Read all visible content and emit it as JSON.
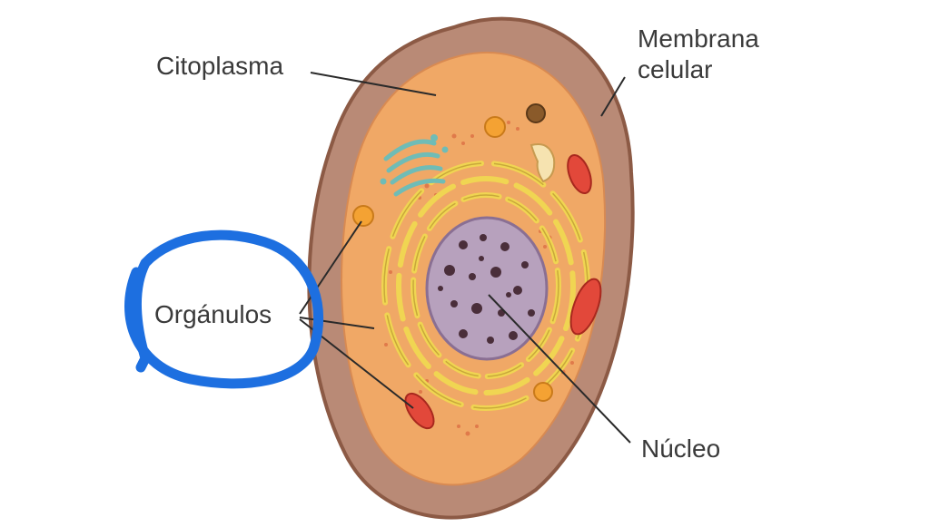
{
  "labels": {
    "citoplasma": "Citoplasma",
    "membrana_line1": "Membrana",
    "membrana_line2": "celular",
    "organulos": "Orgánulos",
    "nucleo": "Núcleo"
  },
  "colors": {
    "membrane": "#b98a76",
    "membrane_edge": "#8c5a45",
    "cytoplasm": "#f0a866",
    "cytoplasm_dots": "#e07a4a",
    "er": "#f0d552",
    "nucleus": "#b7a1bd",
    "chromatin": "#4a2e3a",
    "mitochondria": "#e2483a",
    "golgi": "#6fbcb6",
    "highlight_circle": "#1d6fe0",
    "pointer_lines": "#2a2a2a"
  },
  "icons": [
    "animal-cell-illustration",
    "hand-drawn-highlight-circle"
  ]
}
